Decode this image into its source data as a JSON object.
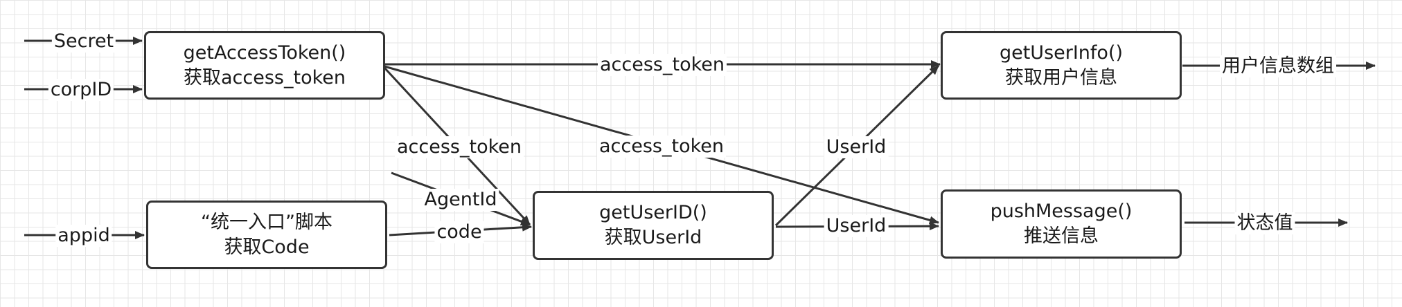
{
  "nodes": {
    "get_access_token": {
      "line1": "getAccessToken()",
      "line2": "获取access_token"
    },
    "unified_entry": {
      "line1": "“统一入口”脚本",
      "line2": "获取Code"
    },
    "get_user_id": {
      "line1": "getUserID()",
      "line2": "获取UserId"
    },
    "get_user_info": {
      "line1": "getUserInfo()",
      "line2": "获取用户信息"
    },
    "push_message": {
      "line1": "pushMessage()",
      "line2": "推送信息"
    }
  },
  "edges": {
    "secret": "Secret",
    "corpid": "corpID",
    "appid": "appid",
    "access_token_info": "access_token",
    "access_token_userid": "access_token",
    "access_token_push": "access_token",
    "agentid": "AgentId",
    "code": "code",
    "userid_info": "UserId",
    "userid_push": "UserId",
    "user_info_array": "用户信息数组",
    "status_value": "状态值"
  },
  "colors": {
    "stroke": "#333333",
    "grid": "#e6e6e6"
  }
}
